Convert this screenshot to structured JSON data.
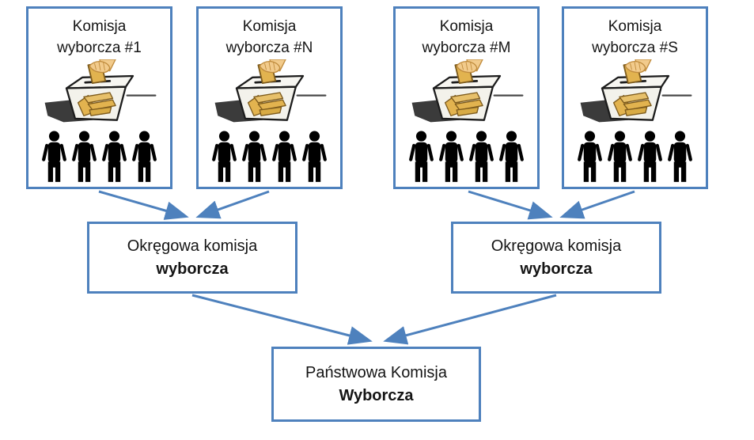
{
  "diagram": {
    "top_boxes": [
      {
        "line1": "Komisja",
        "line2": "wyborcza #1"
      },
      {
        "line1": "Komisja",
        "line2": "wyborcza #N"
      },
      {
        "line1": "Komisja",
        "line2": "wyborcza #M"
      },
      {
        "line1": "Komisja",
        "line2": "wyborcza #S"
      }
    ],
    "people_per_commission": 4,
    "mid_boxes": [
      {
        "line1": "Okręgowa komisja",
        "line2": "wyborcza"
      },
      {
        "line1": "Okręgowa komisja",
        "line2": "wyborcza"
      }
    ],
    "bottom_box": {
      "line1": "Państwowa Komisja",
      "line2": "Wyborcza"
    },
    "icons": {
      "ballot_box": "ballot-box-with-hand-illustration",
      "person": "person-silhouette-icon"
    },
    "colors": {
      "border_blue": "#4E81BD",
      "arrow_blue": "#4E81BD",
      "ballot_gold": "#E2B34F",
      "hand_tan": "#F2CB8C",
      "shadow_dark": "#3B3B3B"
    }
  }
}
